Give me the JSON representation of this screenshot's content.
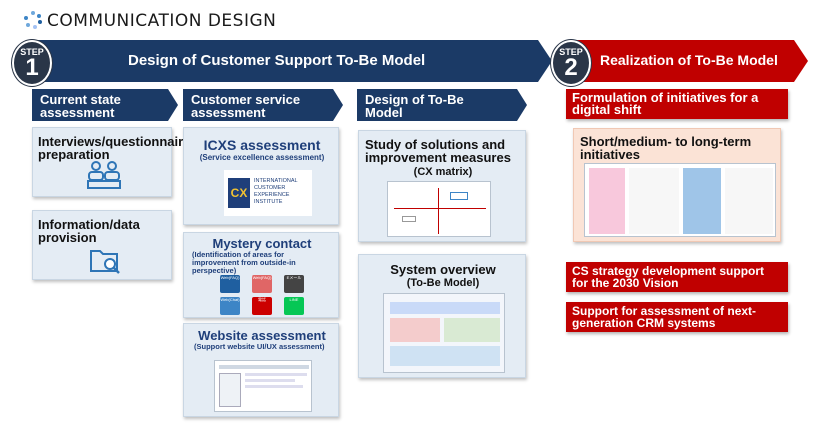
{
  "brand": {
    "name": "COMMUNICATION DESIGN"
  },
  "step1": {
    "step_word": "STEP",
    "number": "1",
    "title": "Design of Customer Support To-Be Model"
  },
  "step2": {
    "step_word": "STEP",
    "number": "2",
    "title": "Realization of To-Be Model"
  },
  "columns": {
    "current": {
      "header": "Current state assessment",
      "card1": "Interviews/questionnaire preparation",
      "card2": "Information/data provision"
    },
    "cs": {
      "header": "Customer service assessment",
      "icxs_title": "ICXS assessment",
      "icxs_sub": "(Service excellence assessment)",
      "icxs_logo_text": "INTERNATIONAL CUSTOMER EXPERIENCE INSTITUTE",
      "icxs_logo_mark": "CX",
      "mystery_title": "Mystery contact",
      "mystery_sub": "(Identification of areas for improvement from outside-in perspective)",
      "channels": [
        "Web(FAQ)",
        "Web(FAQ)",
        "Eメール",
        "Web(Chat)",
        "電話",
        "LINE"
      ],
      "website_title": "Website assessment",
      "website_sub": "(Support website UI/UX assessment)"
    },
    "design": {
      "header": "Design of To-Be Model",
      "card1_title": "Study of solutions and improvement measures",
      "card1_sub": "(CX matrix)",
      "card2_title": "System overview",
      "card2_sub": "(To-Be Model)"
    },
    "realization": {
      "header": "Formulation of initiatives for a digital shift",
      "initiatives_title": "Short/medium- to long-term initiatives",
      "label1": "CS strategy development support for the 2030 Vision",
      "label2": "Support for assessment of next-generation CRM systems"
    }
  },
  "colors": {
    "navy": "#1b3a66",
    "red": "#c00000",
    "card_bg": "#e4ecf4",
    "peach": "#fbe3d6"
  }
}
